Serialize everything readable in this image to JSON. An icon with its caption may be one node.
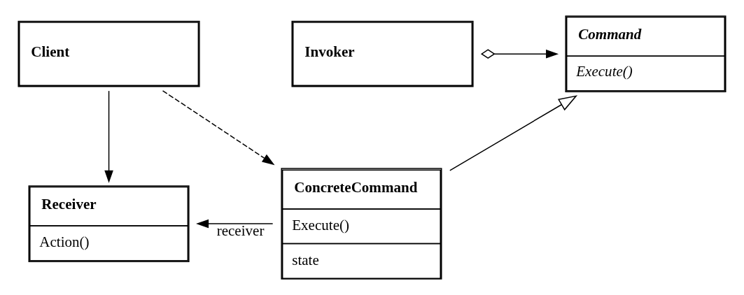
{
  "diagram": {
    "nodes": [
      {
        "text": [
          "Client"
        ]
      },
      {
        "text": [
          "Invoker"
        ]
      },
      {
        "text": [
          "Command",
          "Execute()"
        ]
      },
      {
        "text": [
          "Receiver",
          "Action()"
        ]
      },
      {
        "text": [
          "ConcreteCommand",
          "Execute()",
          "state"
        ]
      }
    ],
    "edges": [
      {
        "from": 1,
        "to": 2,
        "arrow": "to"
      },
      {
        "from": 4,
        "to": 2,
        "arrow": "to"
      },
      {
        "from": 0,
        "to": 3,
        "arrow": "to"
      },
      {
        "from": 4,
        "to": 3,
        "arrow": "to",
        "label": "receiver"
      },
      {
        "from": 0,
        "to": 4,
        "arrow": "to",
        "style": "dashed"
      }
    ]
  }
}
